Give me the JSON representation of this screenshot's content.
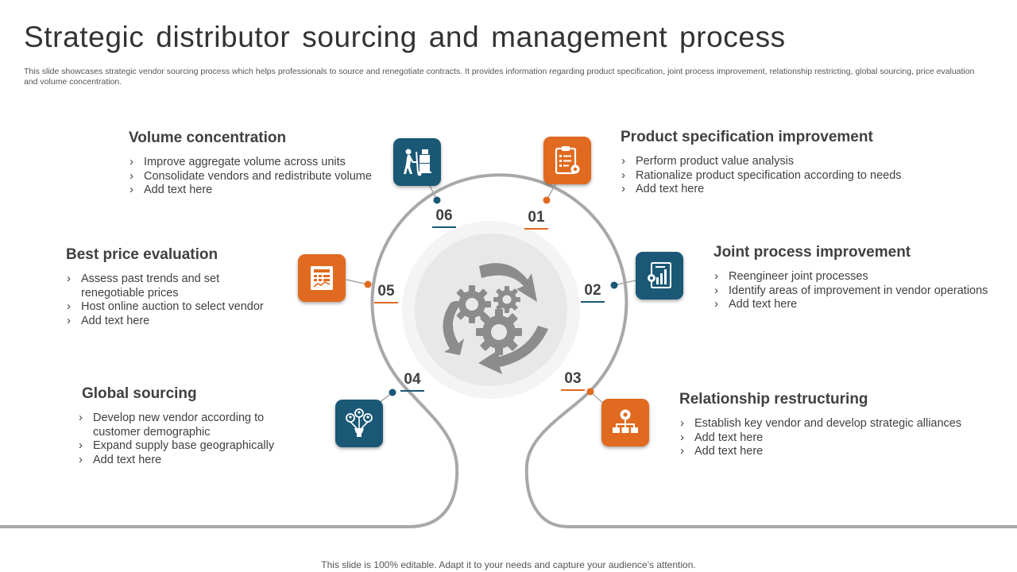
{
  "slide": {
    "title": "Strategic distributor sourcing and management process",
    "description": "This slide showcases strategic vendor sourcing process which helps professionals to source and renegotiate contracts. It provides information regarding product specification, joint process improvement, relationship restricting, global sourcing, price evaluation and volume concentration.",
    "footer": "This slide is 100% editable. Adapt it to your needs and capture your audience’s attention."
  },
  "colors": {
    "orange": "#E06A1F",
    "blue": "#1A5876",
    "track": "#9E9E9E",
    "center_gray": "#8C8C8C"
  },
  "steps": [
    {
      "number": "01",
      "heading": "Product specification improvement",
      "points": [
        "Perform product value analysis",
        "Rationalize product specification according to needs",
        "Add text here"
      ],
      "icon": "clipboard-checklist-icon",
      "color": "orange"
    },
    {
      "number": "02",
      "heading": "Joint process improvement",
      "points": [
        "Reengineer joint processes",
        "Identify areas of improvement in vendor operations",
        "Add text here"
      ],
      "icon": "report-chart-gear-icon",
      "color": "blue"
    },
    {
      "number": "03",
      "heading": "Relationship restructuring",
      "points": [
        "Establish key vendor and develop strategic alliances",
        "Add text here",
        "Add text here"
      ],
      "icon": "org-hierarchy-gear-icon",
      "color": "orange"
    },
    {
      "number": "04",
      "heading": "Global sourcing",
      "points": [
        "Develop new vendor according to customer demographic",
        "Expand supply base geographically",
        "Add text here"
      ],
      "icon": "people-network-icon",
      "color": "blue"
    },
    {
      "number": "05",
      "heading": "Best price evaluation",
      "points": [
        "Assess past trends and set renegotiable prices",
        "Host online auction to select vendor",
        "Add text here"
      ],
      "icon": "invoice-calculator-icon",
      "color": "orange"
    },
    {
      "number": "06",
      "heading": "Volume concentration",
      "points": [
        "Improve aggregate volume across units",
        "Consolidate vendors and redistribute volume",
        "Add text here"
      ],
      "icon": "worker-hand-truck-icon",
      "color": "blue"
    }
  ]
}
